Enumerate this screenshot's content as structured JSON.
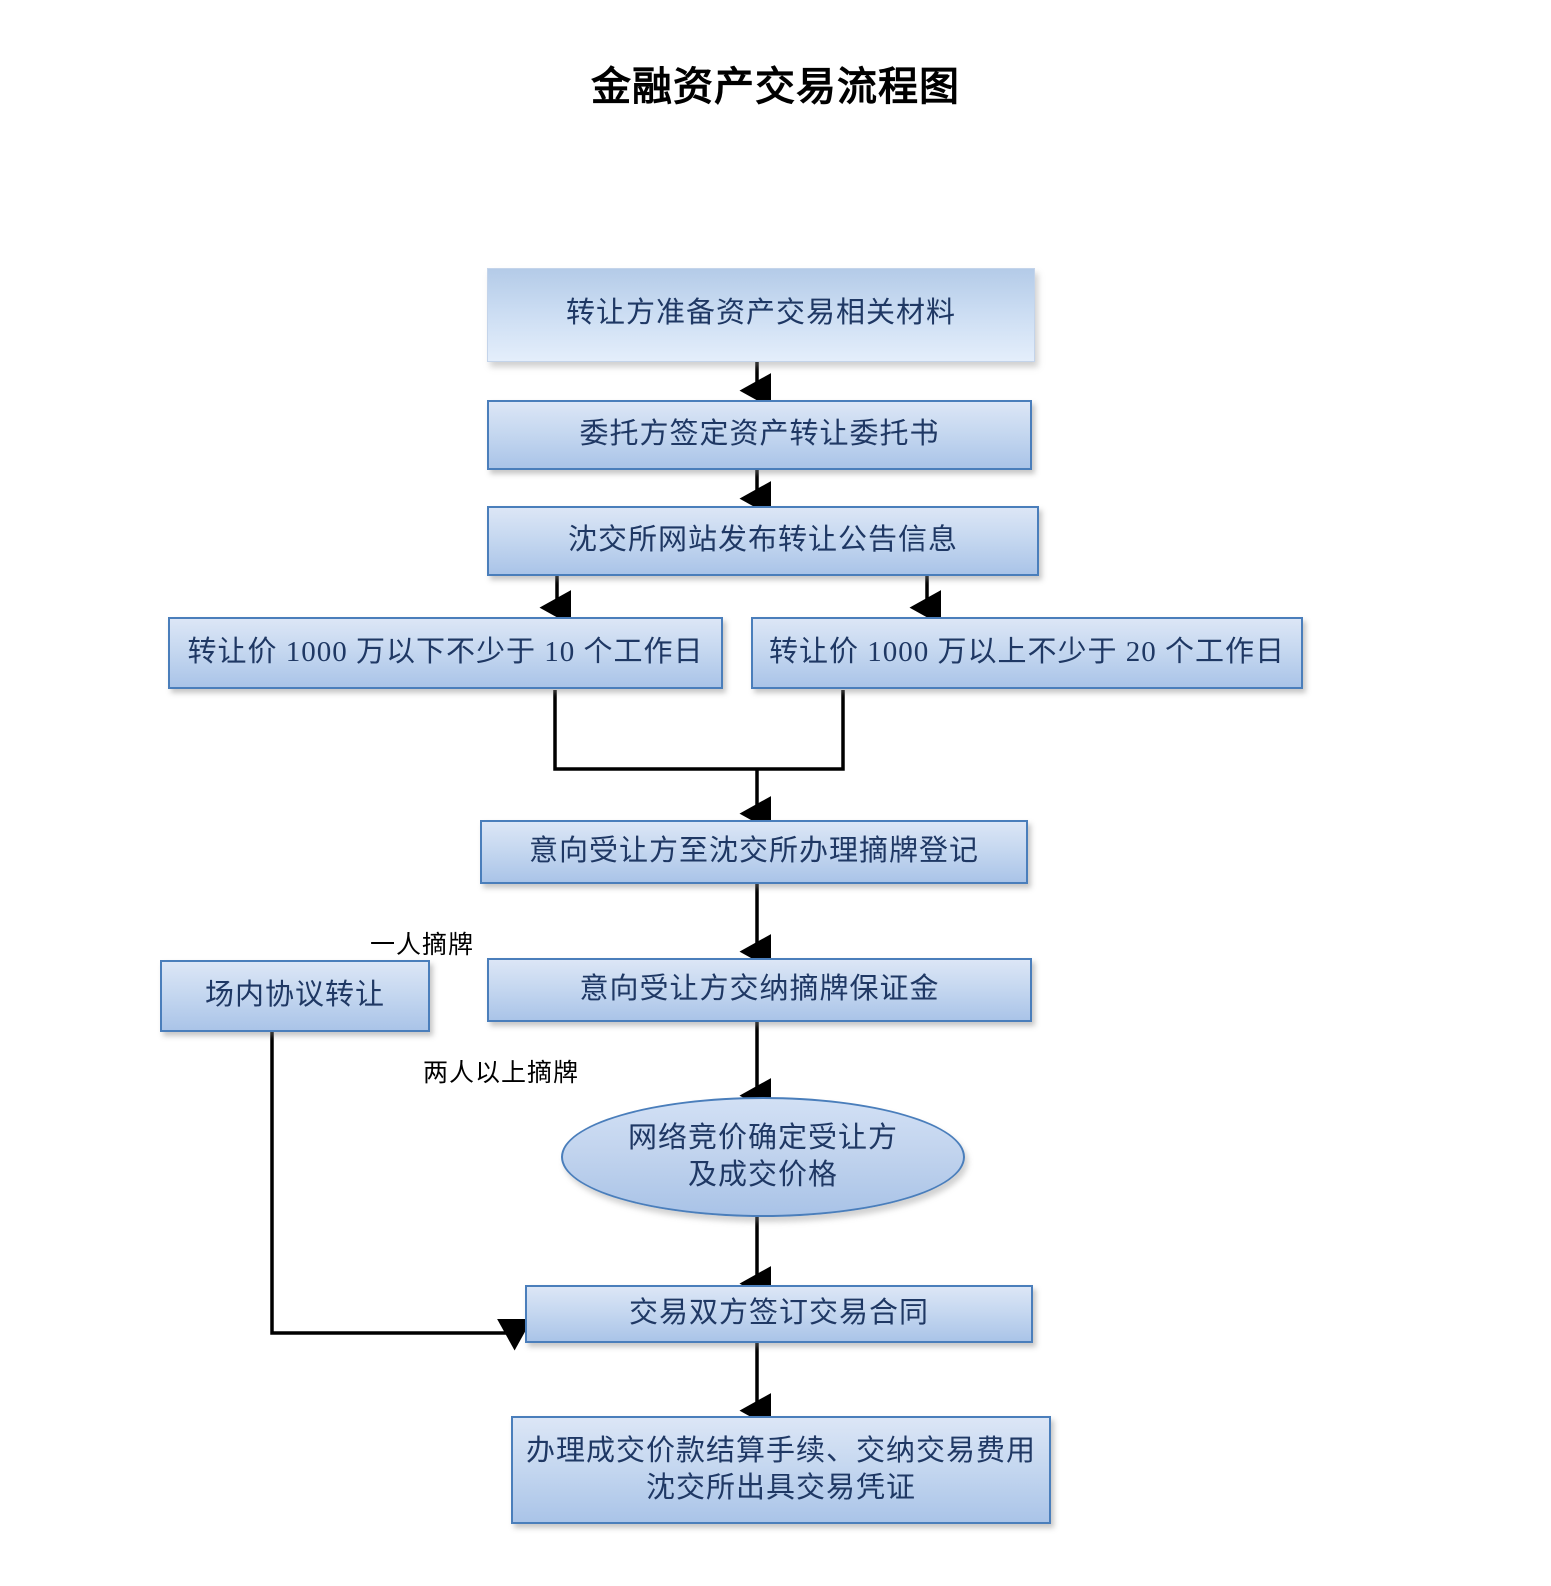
{
  "title": "金融资产交易流程图",
  "theme": {
    "node_fill_top": "#dce6f6",
    "node_fill_bottom": "#aac4e8",
    "node_border": "#4a7ebb",
    "node_text": "#1f3864",
    "connector": "#000000",
    "background": "#ffffff",
    "title_color": "#000000"
  },
  "nodes": [
    {
      "id": "prepare",
      "shape": "rect-inverse",
      "label": "转让方准备资产交易相关材料"
    },
    {
      "id": "entrust",
      "shape": "rect",
      "label": "委托方签定资产转让委托书"
    },
    {
      "id": "announce",
      "shape": "rect",
      "label": "沈交所网站发布转让公告信息"
    },
    {
      "id": "under1000",
      "shape": "rect",
      "label": "转让价 1000 万以下不少于 10 个工作日"
    },
    {
      "id": "over1000",
      "shape": "rect",
      "label": "转让价 1000 万以上不少于 20 个工作日"
    },
    {
      "id": "register",
      "shape": "rect",
      "label": "意向受让方至沈交所办理摘牌登记"
    },
    {
      "id": "deposit",
      "shape": "rect",
      "label": "意向受让方交纳摘牌保证金"
    },
    {
      "id": "agreement",
      "shape": "rect",
      "label": "场内协议转让"
    },
    {
      "id": "auction",
      "shape": "ellipse",
      "label": "网络竞价确定受让方\n及成交价格"
    },
    {
      "id": "contract",
      "shape": "rect",
      "label": "交易双方签订交易合同"
    },
    {
      "id": "settlement",
      "shape": "rect",
      "label": "办理成交价款结算手续、交纳交易费用\n沈交所出具交易凭证"
    }
  ],
  "edge_labels": [
    {
      "id": "one-bidder",
      "label": "一人摘牌"
    },
    {
      "id": "many-bidder",
      "label": "两人以上摘牌"
    }
  ]
}
